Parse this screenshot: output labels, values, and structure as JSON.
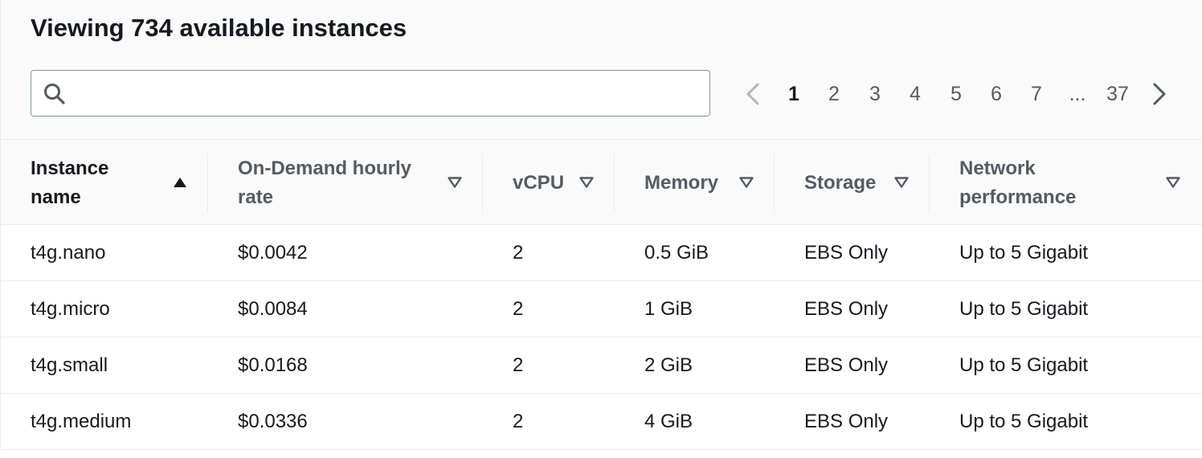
{
  "title": "Viewing 734 available instances",
  "search": {
    "value": "",
    "placeholder": ""
  },
  "pagination": {
    "pages": [
      "1",
      "2",
      "3",
      "4",
      "5",
      "6",
      "7",
      "...",
      "37"
    ],
    "current": "1"
  },
  "table": {
    "columns": [
      {
        "label_line1": "Instance",
        "label_line2": "name",
        "sort": "ascending"
      },
      {
        "label_line1": "On-Demand hourly",
        "label_line2": "rate",
        "sort": "none"
      },
      {
        "label_line1": "vCPU",
        "label_line2": "",
        "sort": "none"
      },
      {
        "label_line1": "Memory",
        "label_line2": "",
        "sort": "none"
      },
      {
        "label_line1": "Storage",
        "label_line2": "",
        "sort": "none"
      },
      {
        "label_line1": "Network",
        "label_line2": "performance",
        "sort": "none"
      }
    ],
    "rows": [
      {
        "instance": "t4g.nano",
        "rate": "$0.0042",
        "vcpu": "2",
        "memory": "0.5 GiB",
        "storage": "EBS Only",
        "network": "Up to 5 Gigabit"
      },
      {
        "instance": "t4g.micro",
        "rate": "$0.0084",
        "vcpu": "2",
        "memory": "1 GiB",
        "storage": "EBS Only",
        "network": "Up to 5 Gigabit"
      },
      {
        "instance": "t4g.small",
        "rate": "$0.0168",
        "vcpu": "2",
        "memory": "2 GiB",
        "storage": "EBS Only",
        "network": "Up to 5 Gigabit"
      },
      {
        "instance": "t4g.medium",
        "rate": "$0.0336",
        "vcpu": "2",
        "memory": "4 GiB",
        "storage": "EBS Only",
        "network": "Up to 5 Gigabit"
      }
    ]
  },
  "icons": {
    "search": "search-icon",
    "prev": "chevron-left-icon",
    "next": "chevron-right-icon",
    "sort_asc": "sort-ascending-icon",
    "sort_none": "sort-descending-outline-icon"
  },
  "colors": {
    "text_primary": "#16191f",
    "text_secondary": "#545b64",
    "panel_background": "#fafafa",
    "border": "#eaeded",
    "input_border": "#879596"
  }
}
